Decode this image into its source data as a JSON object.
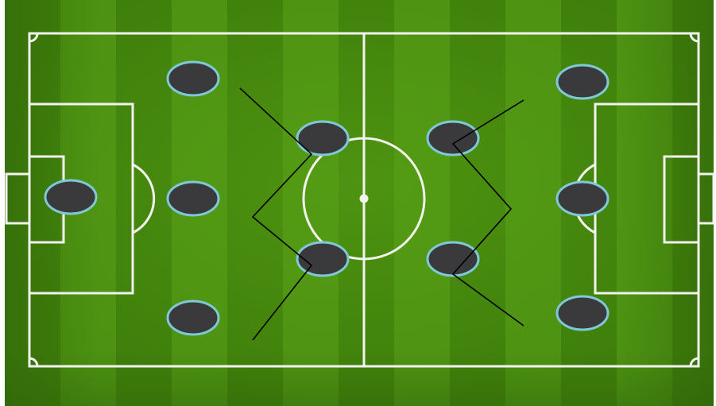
{
  "diagram": {
    "type": "football-formation",
    "colors": {
      "stripe_dark": "#3f7f0b",
      "stripe_light": "#4d9212",
      "center_glow": "#5aa416",
      "edge_shadow": "#2c5f08",
      "pitch_lines": "#f2f2ee",
      "player_fill": "#3a3a3c",
      "player_ring": "#7ec8d8",
      "connector_lines": "#000000",
      "page_background": "#ffffff"
    },
    "player_marker_icon": "player-disc-icon",
    "teams": [
      {
        "side": "left",
        "players": [
          {
            "role": "goalkeeper"
          },
          {
            "role": "defender"
          },
          {
            "role": "defender"
          },
          {
            "role": "defender"
          },
          {
            "role": "midfielder"
          },
          {
            "role": "midfielder"
          }
        ]
      },
      {
        "side": "right",
        "players": [
          {
            "role": "midfielder"
          },
          {
            "role": "midfielder"
          },
          {
            "role": "defender"
          },
          {
            "role": "defender"
          },
          {
            "role": "defender"
          }
        ]
      }
    ]
  }
}
